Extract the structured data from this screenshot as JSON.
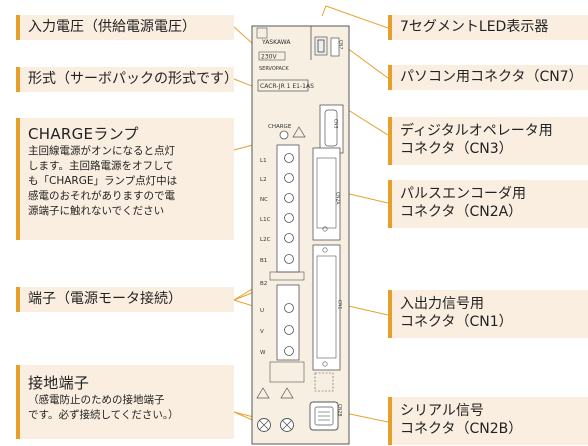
{
  "left_labels": {
    "input_voltage": "入力電圧（供給電源電圧）",
    "model": "形式（サーボパックの形式です）",
    "charge_title": "CHARGEランプ",
    "charge_desc": [
      "主回線電源がオンになると点灯",
      "します。主回路電源をオフして",
      "も「CHARGE」ランプ点灯中は",
      "感電のおそれがありますので電",
      "源端子に触れないでください"
    ],
    "terminals": "端子（電源モータ接続）",
    "ground_title": "接地端子",
    "ground_desc": [
      "（感電防止のための接地端子",
      "です。必ず接続してください。）"
    ]
  },
  "right_labels": {
    "led": "7セグメントLED表示器",
    "pc": "パソコン用コネクタ（CN7）",
    "operator": [
      "ディジタルオペレータ用",
      "コネクタ（CN3）"
    ],
    "pulse": [
      "パルスエンコーダ用",
      "コネクタ（CN2A）"
    ],
    "io": [
      "入出力信号用",
      "コネクタ（CN1）"
    ],
    "serial": [
      "シリアル信号",
      "コネクタ（CN2B）"
    ]
  },
  "device": {
    "brand": "YASKAWA",
    "voltage": "230V",
    "series": "SERVOPACK",
    "model": "CACR-JR 1 E1-1AS",
    "charge": "CHARGE",
    "terminals": [
      "L1",
      "L2",
      "NC",
      "L1C",
      "L2C",
      "B1",
      "B2",
      "U",
      "V",
      "W"
    ],
    "cn7": "CN7",
    "cn3": "CN3",
    "cn2a": "CN2A",
    "cn1": "CN1",
    "cn2b": "CN2B"
  },
  "colors": {
    "label_bg": "#faeee0",
    "label_bar": "#e6a02a",
    "leader": "#e6a02a",
    "device_body": "#f6efe2",
    "device_line": "#555555"
  }
}
